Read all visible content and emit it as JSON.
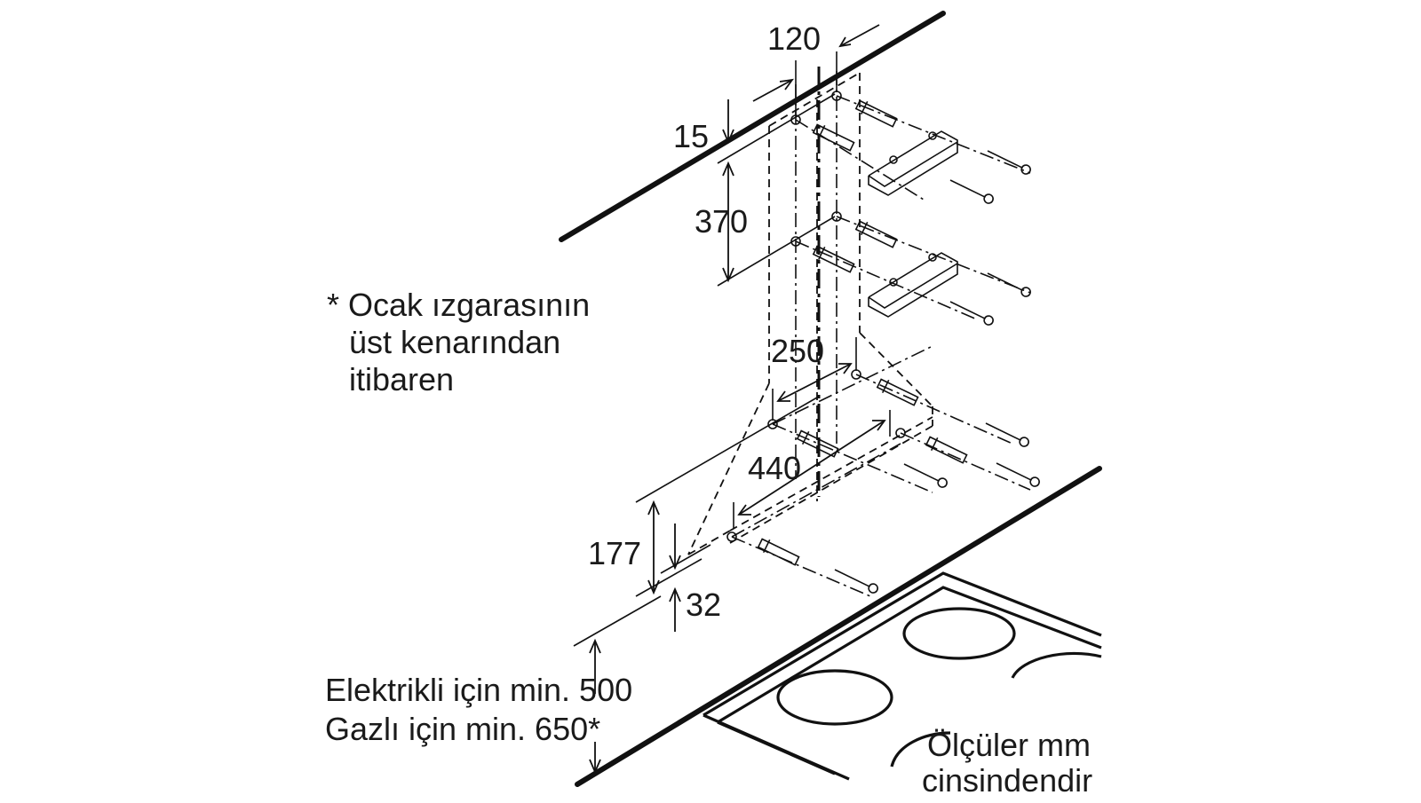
{
  "dimensions": {
    "d120": "120",
    "d15": "15",
    "d370": "370",
    "d250": "250",
    "d440": "440",
    "d177": "177",
    "d32": "32"
  },
  "note": {
    "line1": "* Ocak ızgarasının",
    "line2": "üst kenarından",
    "line3": "itibaren"
  },
  "min_height": {
    "electric": "Elektrikli için min. 500",
    "gas": "Gazlı için min. 650*"
  },
  "units": {
    "line1": "Ölçüler mm",
    "line2": "cinsindendir"
  },
  "icons": {
    "wall-plug": "wall-plug-icon",
    "screw": "screw-icon",
    "bracket": "mounting-bracket-icon",
    "hob": "cooktop-icon"
  }
}
